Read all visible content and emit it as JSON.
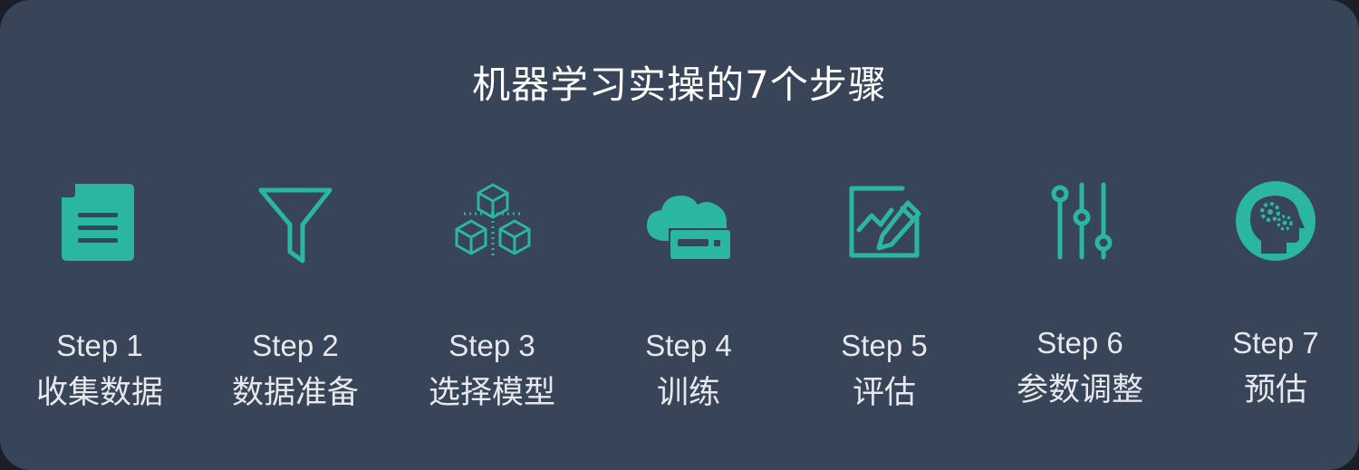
{
  "title": "机器学习实操的7个步骤",
  "colors": {
    "background": "#384559",
    "accent": "#2bb6a2",
    "text": "#e6e8ec"
  },
  "steps": [
    {
      "label": "Step 1",
      "name": "收集数据",
      "icon": "document-icon"
    },
    {
      "label": "Step 2",
      "name": "数据准备",
      "icon": "filter-funnel-icon"
    },
    {
      "label": "Step 3",
      "name": "选择模型",
      "icon": "cubes-icon"
    },
    {
      "label": "Step 4",
      "name": "训练",
      "icon": "cloud-server-icon"
    },
    {
      "label": "Step 5",
      "name": "评估",
      "icon": "chart-edit-icon"
    },
    {
      "label": "Step 6",
      "name": "参数调整",
      "icon": "sliders-icon"
    },
    {
      "label": "Step 7",
      "name": "预估",
      "icon": "head-gears-icon"
    }
  ]
}
